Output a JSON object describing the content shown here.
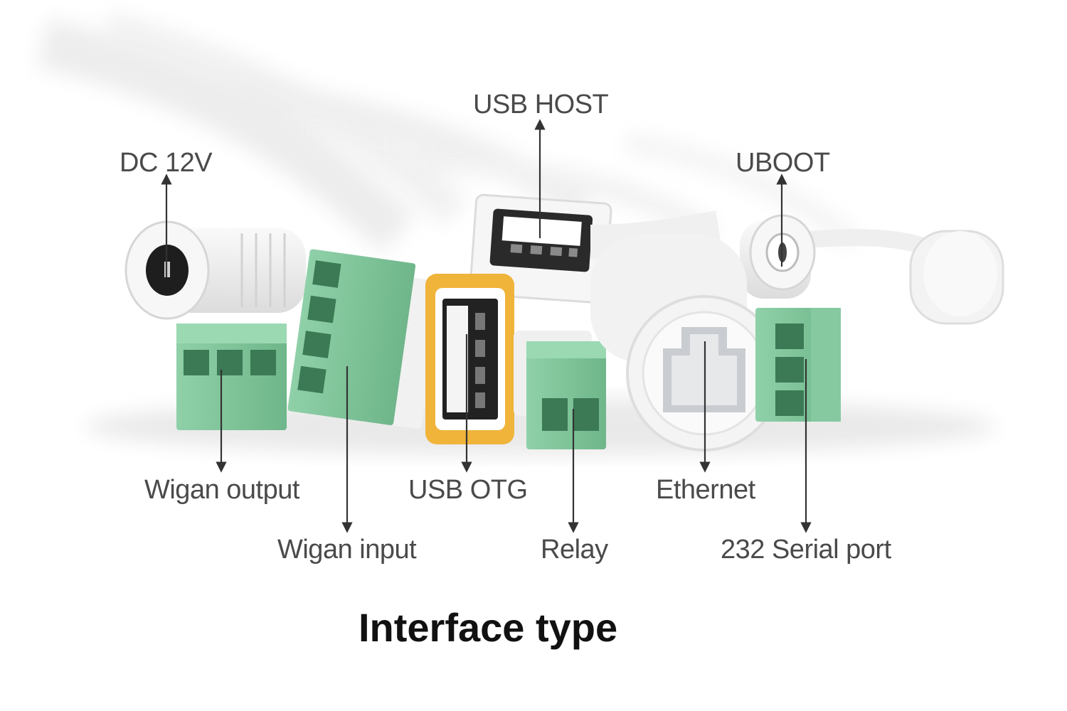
{
  "labels": {
    "dc12v": "DC 12V",
    "usb_host": "USB HOST",
    "uboot": "UBOOT",
    "wigan_output": "Wigan output",
    "wigan_input": "Wigan input",
    "usb_otg": "USB OTG",
    "relay": "Relay",
    "ethernet": "Ethernet",
    "serial_232": "232 Serial port"
  },
  "title": "Interface type",
  "colors": {
    "connector_green": "#7ec49a",
    "usb_otg_yellow": "#f0b43a",
    "cable_white": "#f2f2f2",
    "label_gray": "#4a4a4a"
  }
}
